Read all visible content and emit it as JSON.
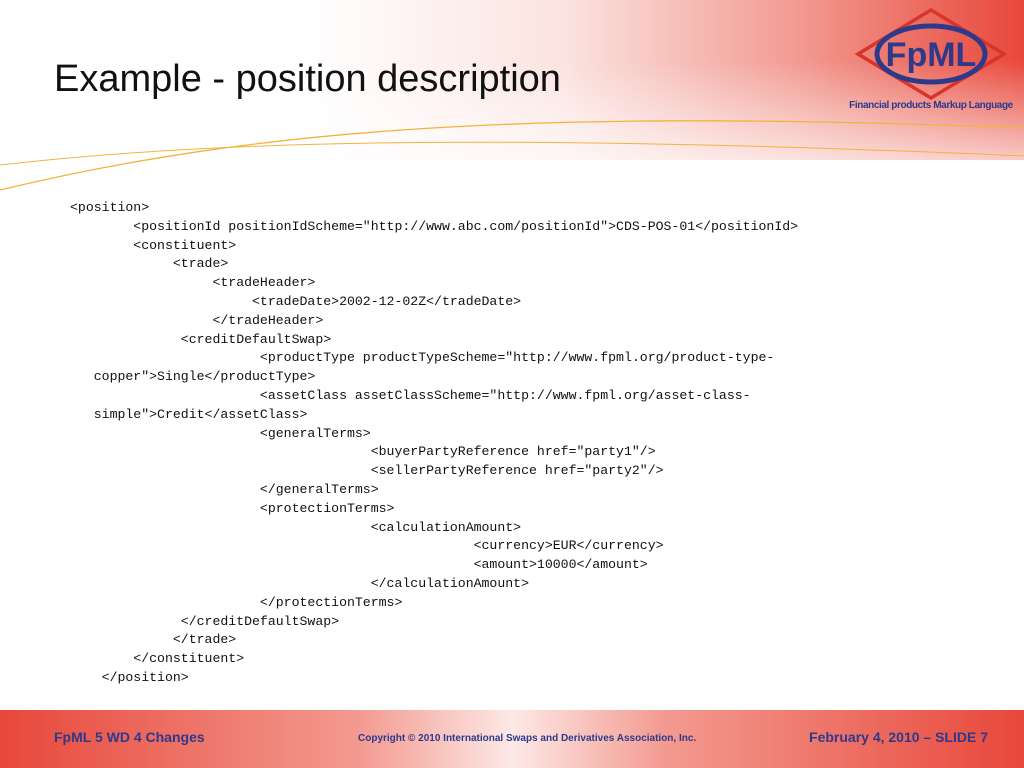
{
  "slide": {
    "title": "Example - position description"
  },
  "logo": {
    "name": "FpML",
    "tagline": "Financial products Markup Language"
  },
  "code_lines": [
    "<position>",
    "        <positionId positionIdScheme=\"http://www.abc.com/positionId\">CDS-POS-01</positionId>",
    "        <constituent>",
    "             <trade>",
    "                  <tradeHeader>",
    "                       <tradeDate>2002-12-02Z</tradeDate>",
    "                  </tradeHeader>",
    "              <creditDefaultSwap>",
    "                        <productType productTypeScheme=\"http://www.fpml.org/product-type-",
    "   copper\">Single</productType>",
    "                        <assetClass assetClassScheme=\"http://www.fpml.org/asset-class-",
    "   simple\">Credit</assetClass>",
    "                        <generalTerms>",
    "                                      <buyerPartyReference href=\"party1\"/>",
    "                                      <sellerPartyReference href=\"party2\"/>",
    "                        </generalTerms>",
    "                        <protectionTerms>",
    "                                      <calculationAmount>",
    "                                                   <currency>EUR</currency>",
    "                                                   <amount>10000</amount>",
    "                                      </calculationAmount>",
    "                        </protectionTerms>",
    "              </creditDefaultSwap>",
    "             </trade>",
    "        </constituent>",
    "    </position>"
  ],
  "footer": {
    "left": "FpML 5 WD 4 Changes",
    "center": "Copyright © 2010  International Swaps and Derivatives Association, Inc.",
    "right": "February 4, 2010 – SLIDE 7"
  },
  "colors": {
    "brand_blue": "#2d3a8c",
    "brand_red": "#e8473a",
    "swoosh": "#f2b33d"
  }
}
